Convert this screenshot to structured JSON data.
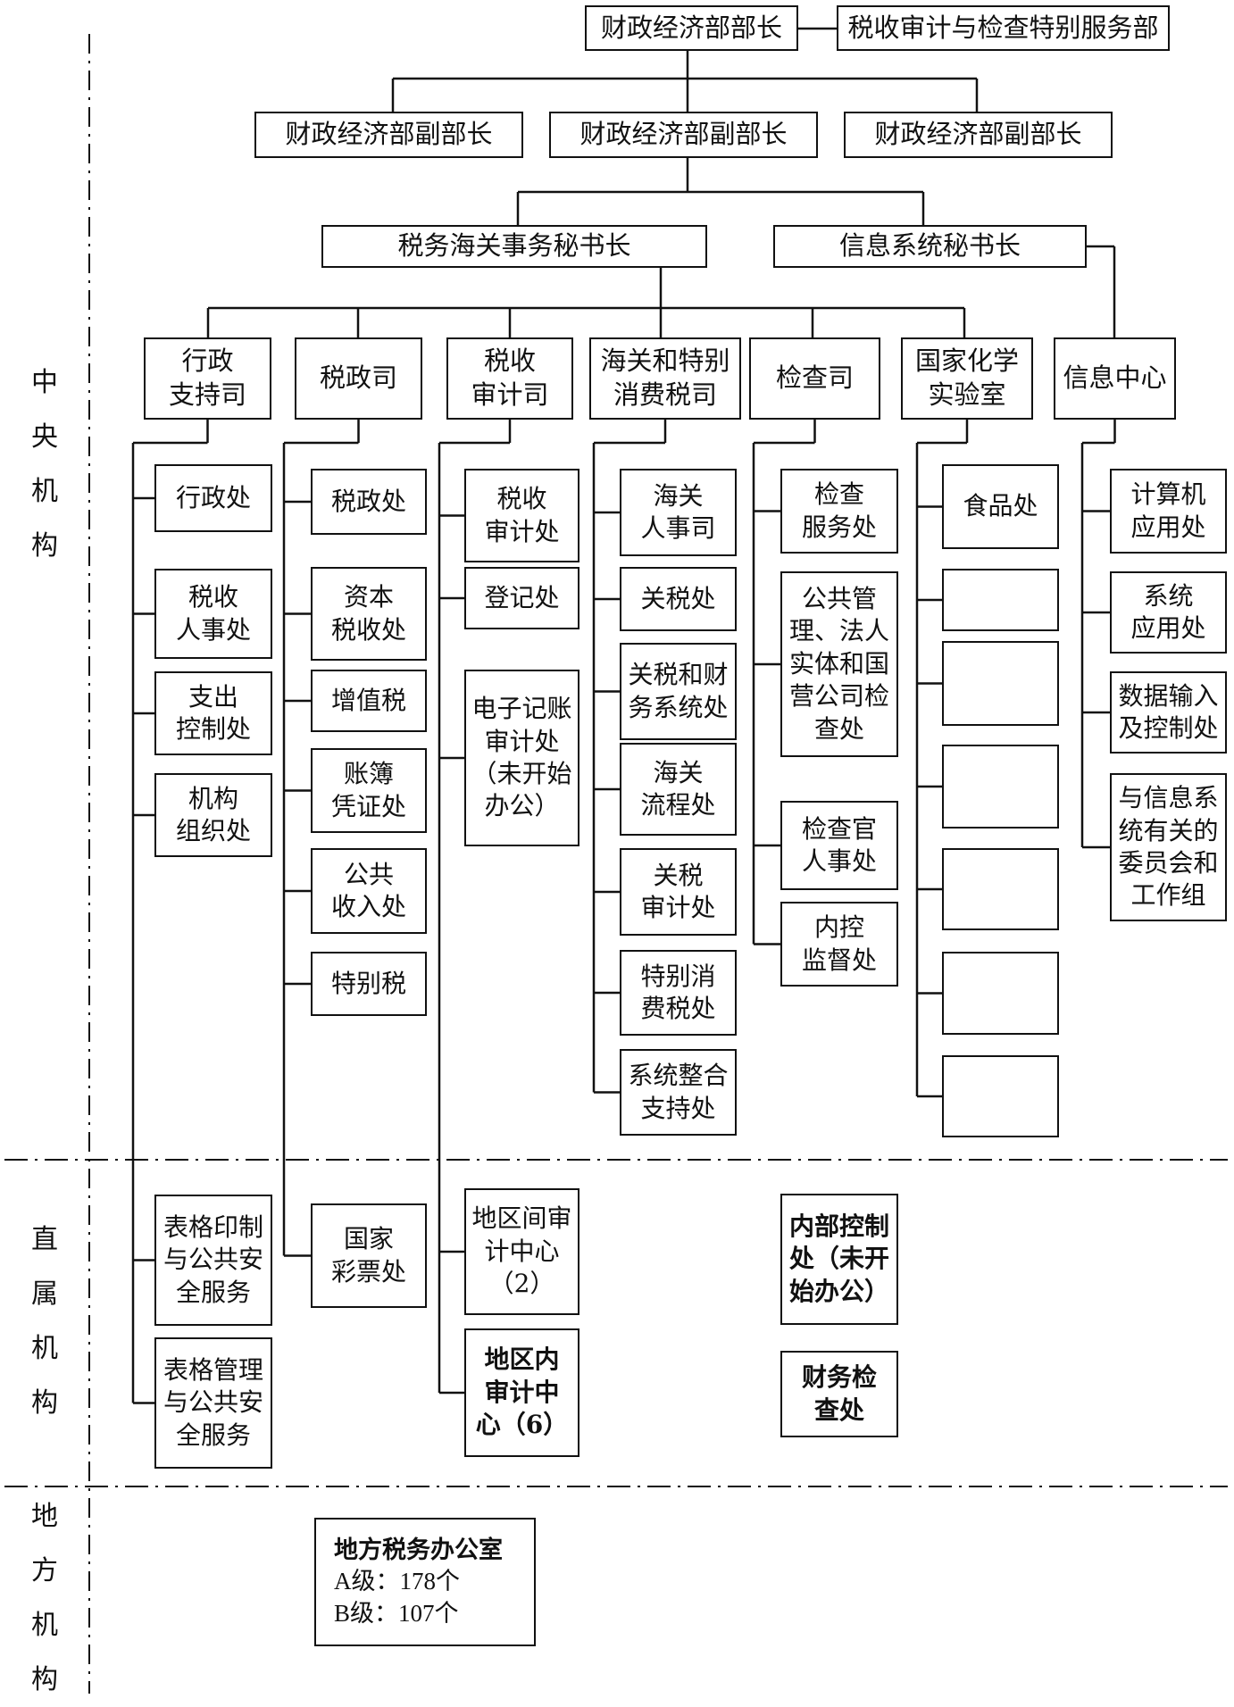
{
  "side_labels": {
    "central": [
      "中",
      "央",
      "机",
      "构"
    ],
    "direct": [
      "直",
      "属",
      "机",
      "构"
    ],
    "local": [
      "地",
      "方",
      "机",
      "构"
    ]
  },
  "top": {
    "minister": "财政经济部部长",
    "special_service": "税收审计与检查特别服务部"
  },
  "deputies": [
    "财政经济部副部长",
    "财政经济部副部长",
    "财政经济部副部长"
  ],
  "secretaries": {
    "tax_customs": "税务海关事务秘书长",
    "info_systems": "信息系统秘书长"
  },
  "departments": [
    {
      "label": [
        "行政",
        "支持司"
      ],
      "divisions": [
        [
          "行政处"
        ],
        [
          "税收",
          "人事处"
        ],
        [
          "支出",
          "控制处"
        ],
        [
          "机构",
          "组织处"
        ]
      ],
      "direct": [
        [
          "表格印制",
          "与公共安",
          "全服务"
        ],
        [
          "表格管理",
          "与公共安",
          "全服务"
        ]
      ]
    },
    {
      "label": [
        "税政司"
      ],
      "divisions": [
        [
          "税政处"
        ],
        [
          "资本",
          "税收处"
        ],
        [
          "增值税"
        ],
        [
          "账簿",
          "凭证处"
        ],
        [
          "公共",
          "收入处"
        ],
        [
          "特别税"
        ]
      ],
      "direct": [
        [
          "国家",
          "彩票处"
        ]
      ]
    },
    {
      "label": [
        "税收",
        "审计司"
      ],
      "divisions": [
        [
          "税收",
          "审计处"
        ],
        [
          "登记处"
        ],
        [
          "电子记账",
          "审计处",
          "（未开始",
          "办公）"
        ]
      ],
      "direct": [
        [
          "地区间审",
          "计中心",
          "（2）"
        ],
        [
          "地区内",
          "审计中",
          "心（6）"
        ]
      ]
    },
    {
      "label": [
        "海关和特别",
        "消费税司"
      ],
      "divisions": [
        [
          "海关",
          "人事司"
        ],
        [
          "关税处"
        ],
        [
          "关税和财",
          "务系统处"
        ],
        [
          "海关",
          "流程处"
        ],
        [
          "关税",
          "审计处"
        ],
        [
          "特别消",
          "费税处"
        ],
        [
          "系统整合",
          "支持处"
        ]
      ]
    },
    {
      "label": [
        "检查司"
      ],
      "divisions": [
        [
          "检查",
          "服务处"
        ],
        [
          "公共管",
          "理、法人",
          "实体和国",
          "营公司检",
          "查处"
        ],
        [
          "检查官",
          "人事处"
        ],
        [
          "内控",
          "监督处"
        ]
      ],
      "direct": [
        [
          "内部控制",
          "处（未开",
          "始办公）"
        ],
        [
          "财务检",
          "查处"
        ]
      ]
    },
    {
      "label": [
        "国家化学",
        "实验室"
      ],
      "divisions": [
        [
          "食品处"
        ],
        [],
        [],
        [],
        [],
        [],
        []
      ]
    },
    {
      "label": [
        "信息中心"
      ],
      "divisions": [
        [
          "计算机",
          "应用处"
        ],
        [
          "系统",
          "应用处"
        ],
        [
          "数据输入",
          "及控制处"
        ],
        [
          "与信息系",
          "统有关的",
          "委员会和",
          "工作组"
        ]
      ]
    }
  ],
  "local": {
    "title": "地方税务办公室",
    "grade_a": "A级：178个",
    "grade_b": "B级：107个"
  }
}
